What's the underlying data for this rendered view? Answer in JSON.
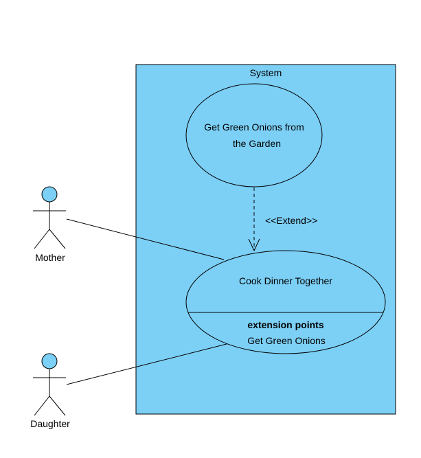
{
  "diagram": {
    "system": {
      "label": "System"
    },
    "actors": [
      {
        "label": "Mother"
      },
      {
        "label": "Daughter"
      }
    ],
    "use_cases": {
      "get_onions": {
        "line1": "Get Green Onions from",
        "line2": "the Garden"
      },
      "cook_dinner": {
        "label": "Cook Dinner Together",
        "extension_header": "extension points",
        "extension_point": "Get Green Onions"
      }
    },
    "relationships": {
      "extend_label": "<<Extend>>"
    },
    "colors": {
      "boundary_fill": "#7ccff5",
      "actor_head_fill": "#7ccff5",
      "stroke": "#000000"
    }
  }
}
